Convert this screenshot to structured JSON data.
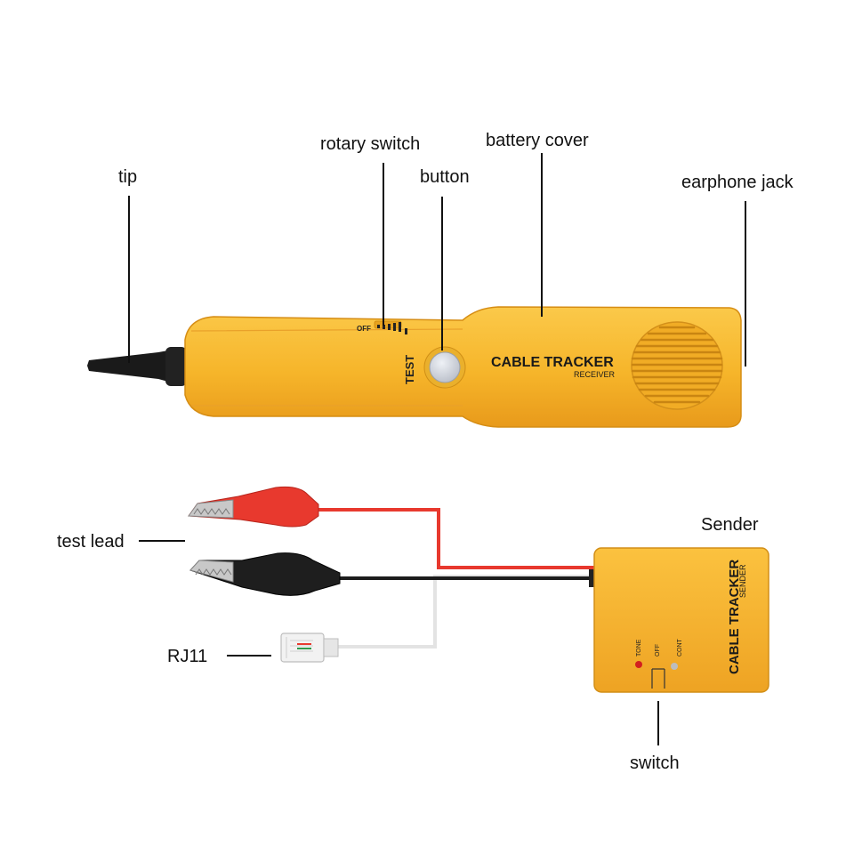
{
  "labels": {
    "tip": "tip",
    "rotary_switch": "rotary switch",
    "button": "button",
    "battery_cover": "battery cover",
    "earphone_jack": "earphone jack",
    "sender": "Sender",
    "test_lead": "test lead",
    "rj11": "RJ11",
    "switch": "switch"
  },
  "receiver": {
    "brand": "CABLE TRACKER",
    "model": "RECEIVER",
    "test_label": "TEST",
    "off_label": "OFF"
  },
  "sender_unit": {
    "brand": "CABLE TRACKER",
    "model": "SENDER",
    "tone_label": "TONE",
    "off_label": "OFF",
    "cont_label": "CONT"
  },
  "colors": {
    "body_yellow": "#f6b52a",
    "body_shade": "#e79a1a",
    "lead_red": "#e8392e",
    "lead_black": "#1c1c1c",
    "rj11_cable": "#e6e6e6",
    "callout_line": "#111111"
  },
  "icons": {
    "clip_red": "alligator-clip-red-icon",
    "clip_black": "alligator-clip-black-icon",
    "rj11": "rj11-plug-icon"
  }
}
